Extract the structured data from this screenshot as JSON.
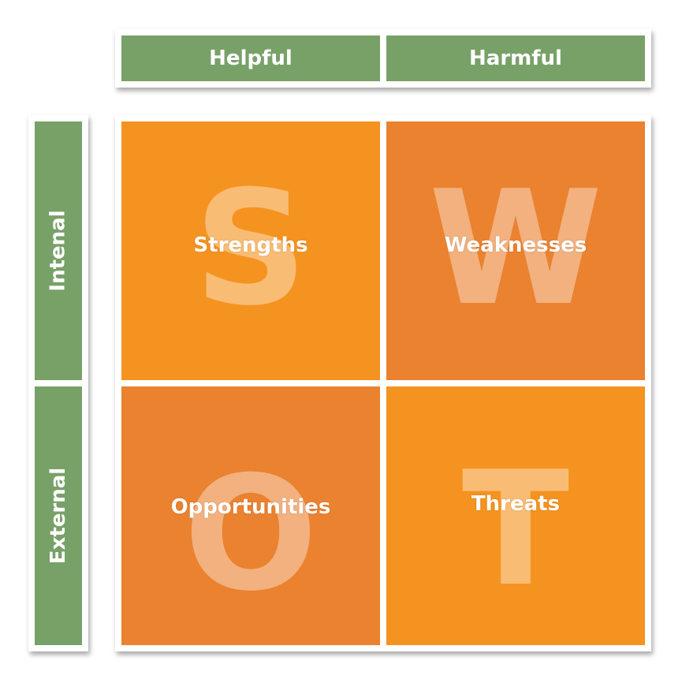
{
  "columns": {
    "helpful": "Helpful",
    "harmful": "Harmful"
  },
  "rows": {
    "internal": "Intenal",
    "external": "External"
  },
  "quadrants": {
    "strengths": {
      "letter": "S",
      "label": "Strengths"
    },
    "weaknesses": {
      "letter": "W",
      "label": "Weaknesses"
    },
    "opportunities": {
      "letter": "O",
      "label": "Opportunities"
    },
    "threats": {
      "letter": "T",
      "label": "Threats"
    }
  },
  "colors": {
    "header_green": "#78a168",
    "orange_light": "#f59320",
    "orange_dark": "#ea8230"
  }
}
